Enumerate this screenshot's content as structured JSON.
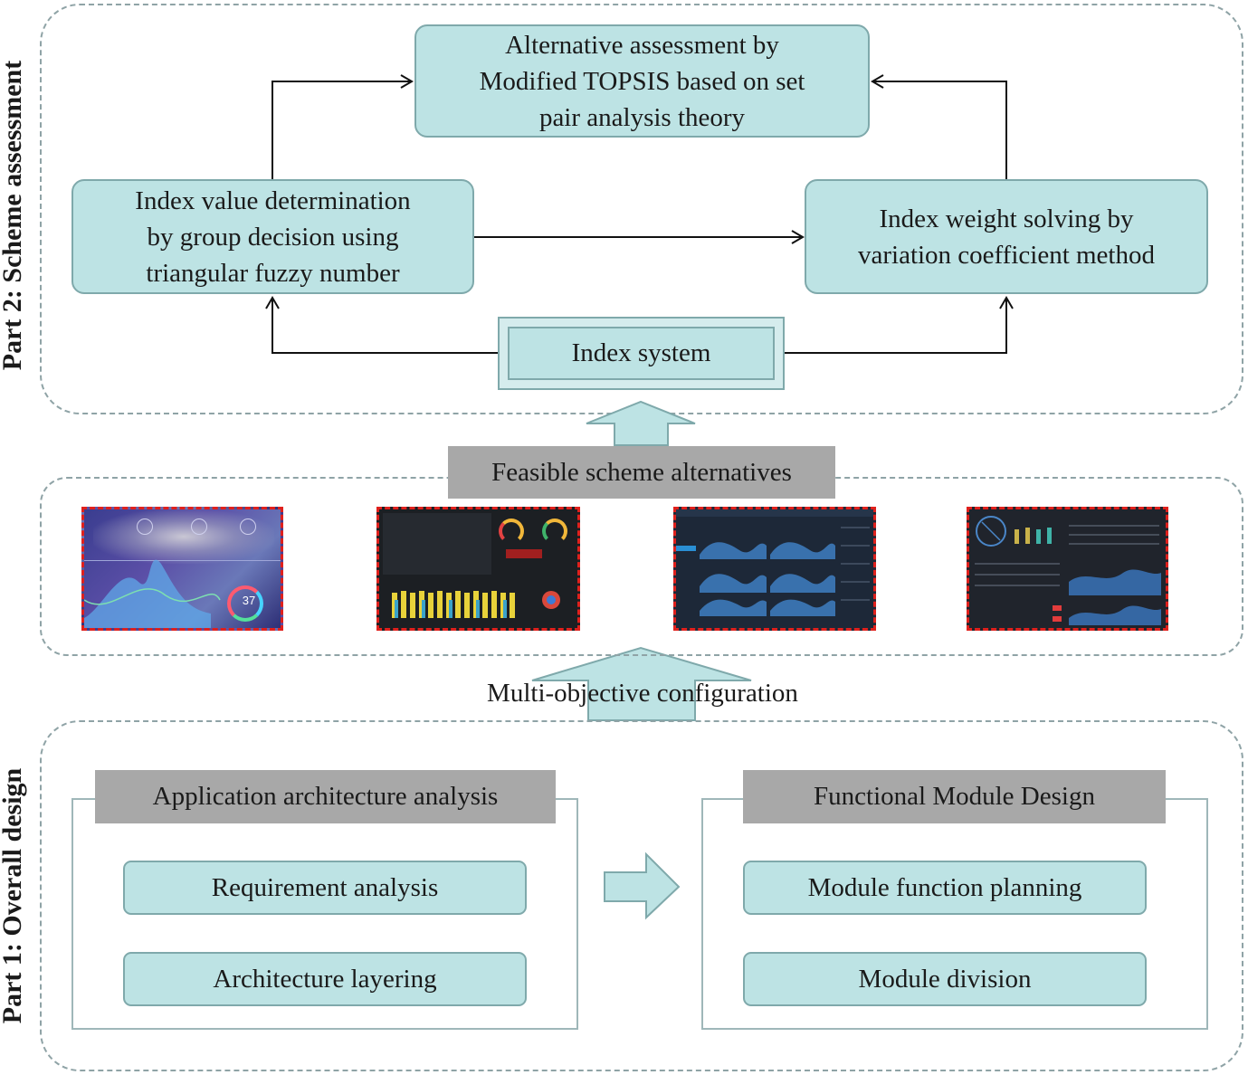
{
  "part2": {
    "label": "Part 2: Scheme assessment",
    "topsis": [
      "Alternative assessment by",
      "Modified TOPSIS based on set",
      "pair analysis theory"
    ],
    "index_value": [
      "Index value determination",
      "by group decision using",
      "triangular fuzzy number"
    ],
    "index_weight": [
      "Index weight solving by",
      "variation coefficient method"
    ],
    "index_system": "Index system"
  },
  "alternatives": {
    "label": "Feasible scheme alternatives",
    "thumbnails": [
      {
        "name": "dashboard-thumbnail-1",
        "gauge_value": "37"
      },
      {
        "name": "dashboard-thumbnail-2"
      },
      {
        "name": "dashboard-thumbnail-3"
      },
      {
        "name": "dashboard-thumbnail-4"
      }
    ]
  },
  "multi_objective": "Multi-objective configuration",
  "part1": {
    "label": "Part 1: Overall design",
    "app_arch": {
      "title": "Application architecture analysis",
      "items": [
        "Requirement analysis",
        "Architecture layering"
      ]
    },
    "func_module": {
      "title": "Functional Module Design",
      "items": [
        "Module function planning",
        "Module division"
      ]
    }
  },
  "colors": {
    "box_fill": "#bde3e4",
    "box_border": "#7fa9ab",
    "header_grey": "#a8a8a8",
    "dashed_border": "#8fa3a6",
    "thumb_border": "#e0201c"
  }
}
